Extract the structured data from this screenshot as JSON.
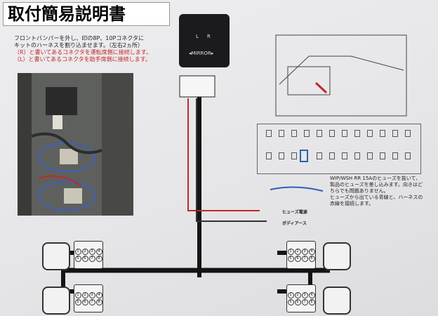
{
  "title": "取付簡易説明書",
  "instructions": {
    "line1": "フロントバンパーを外し、印の8P、10Pコネクタに",
    "line2": "キットのハーネスを割り込ませます。（左右2ヵ所）",
    "line3": "（R）と書いてあるコネクタを運転席側に接続します。",
    "line4": "（L）と書いてあるコネクタを助手席側に接続します。"
  },
  "switch": {
    "left": "L",
    "right": "R",
    "label": "◂MIRROR▸"
  },
  "fuse_note": {
    "line1": "WIP/WSH RR 15Aのヒューズを抜いて、",
    "line2": "製品のヒューズを差し込みます。向きはど",
    "line3": "ちらでも問題ありません。",
    "line4": "ヒューズから出ている青線と、ハーネスの",
    "line5": "赤線を接続します。"
  },
  "wire_labels": {
    "fuse_power": "ヒューズ電源",
    "body_ground": "ボディアース"
  },
  "connector_pins": {
    "top_row": [
      "1",
      "2",
      "3",
      "4"
    ],
    "bottom_row": [
      "5",
      "6",
      "7",
      "8"
    ]
  },
  "colors": {
    "harness": "#141414",
    "red_wire": "#c0282a",
    "blue_wire": "#2f5fb0"
  }
}
